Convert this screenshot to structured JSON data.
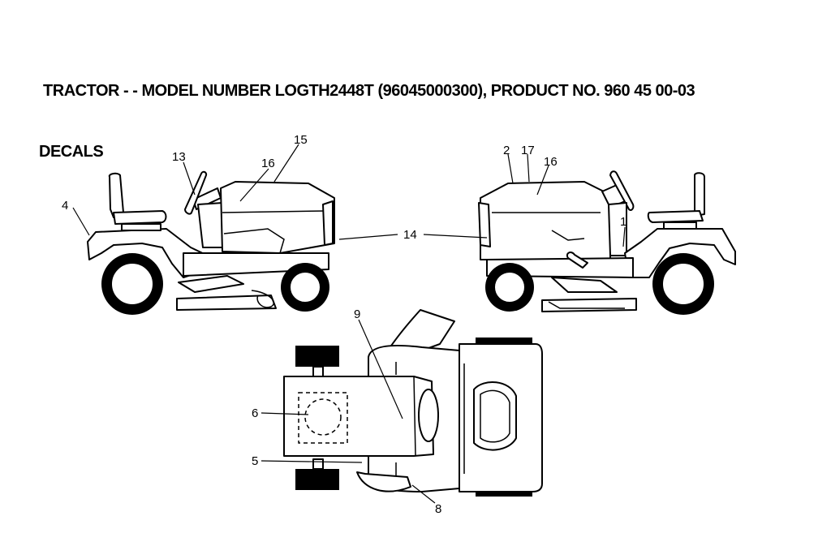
{
  "header": {
    "line1": " TRACTOR - - MODEL NUMBER LOGTH2448T (96045000300), PRODUCT NO. 960 45 00-03",
    "line2": "DECALS"
  },
  "callouts": {
    "c1": "1",
    "c2": "2",
    "c4": "4",
    "c5": "5",
    "c6": "6",
    "c8": "8",
    "c9": "9",
    "c13": "13",
    "c14": "14",
    "c15": "15",
    "c16a": "16",
    "c16b": "16",
    "c17": "17"
  }
}
